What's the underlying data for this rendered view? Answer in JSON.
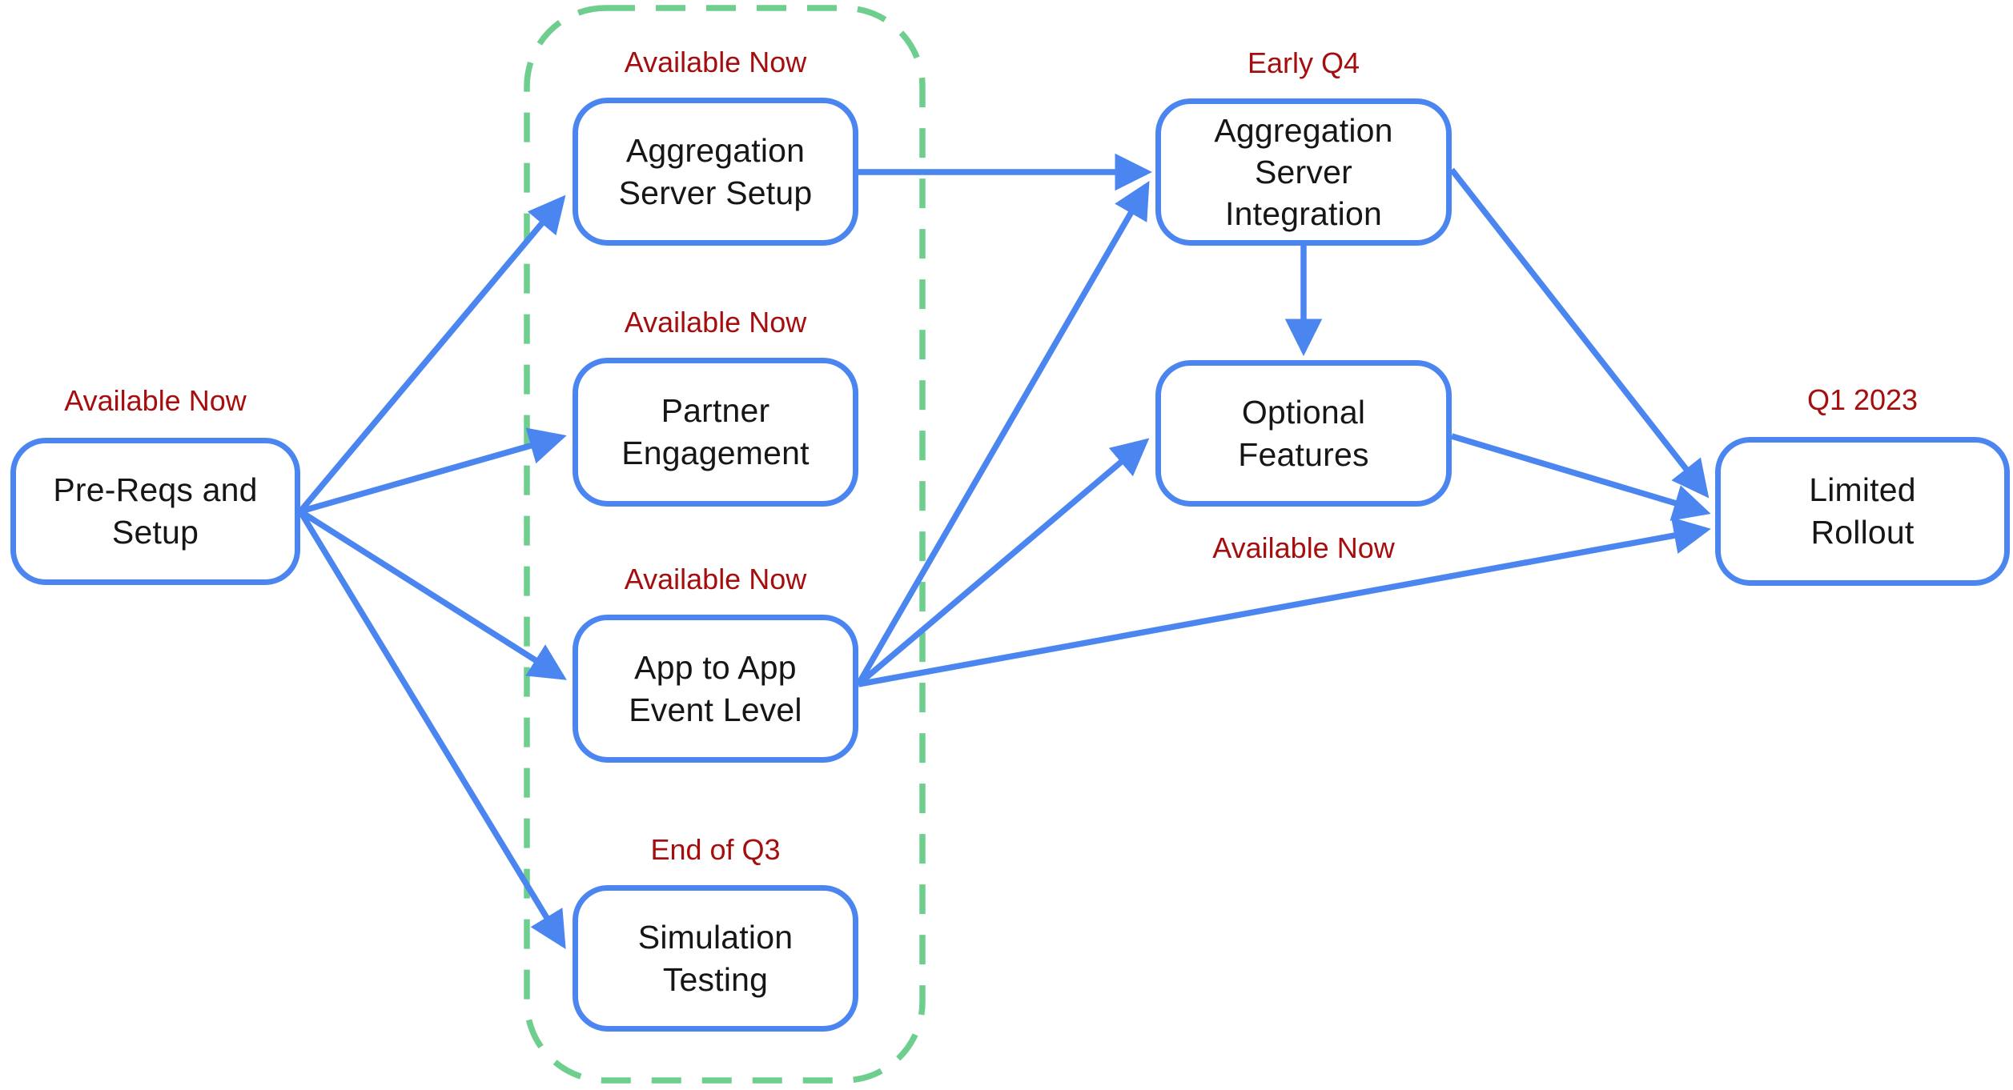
{
  "colors": {
    "background": "#ffffff",
    "edge": "#4b86f0",
    "node_fill": "#ffffff",
    "node_text": "#161616",
    "status_text": "#a50e0e",
    "group_outline": "#6ece8e"
  },
  "nodes": [
    {
      "id": "pre-reqs",
      "label": "Pre-Reqs and\nSetup",
      "status": "Available Now"
    },
    {
      "id": "agg-server-setup",
      "label": "Aggregation\nServer Setup",
      "status": "Available Now"
    },
    {
      "id": "partner-engagement",
      "label": "Partner\nEngagement",
      "status": "Available Now"
    },
    {
      "id": "app-to-app",
      "label": "App to App\nEvent Level",
      "status": "Available Now"
    },
    {
      "id": "simulation-testing",
      "label": "Simulation\nTesting",
      "status": "End of Q3"
    },
    {
      "id": "agg-server-integration",
      "label": "Aggregation\nServer\nIntegration",
      "status": "Early Q4"
    },
    {
      "id": "optional-features",
      "label": "Optional\nFeatures",
      "status": "Available Now"
    },
    {
      "id": "limited-rollout",
      "label": "Limited\nRollout",
      "status": "Q1 2023"
    }
  ],
  "edges": [
    {
      "from": "pre-reqs",
      "to": "agg-server-setup"
    },
    {
      "from": "pre-reqs",
      "to": "partner-engagement"
    },
    {
      "from": "pre-reqs",
      "to": "app-to-app"
    },
    {
      "from": "pre-reqs",
      "to": "simulation-testing"
    },
    {
      "from": "agg-server-setup",
      "to": "agg-server-integration"
    },
    {
      "from": "app-to-app",
      "to": "agg-server-integration"
    },
    {
      "from": "app-to-app",
      "to": "optional-features"
    },
    {
      "from": "app-to-app",
      "to": "limited-rollout"
    },
    {
      "from": "agg-server-integration",
      "to": "optional-features"
    },
    {
      "from": "agg-server-integration",
      "to": "limited-rollout"
    },
    {
      "from": "optional-features",
      "to": "limited-rollout"
    }
  ]
}
